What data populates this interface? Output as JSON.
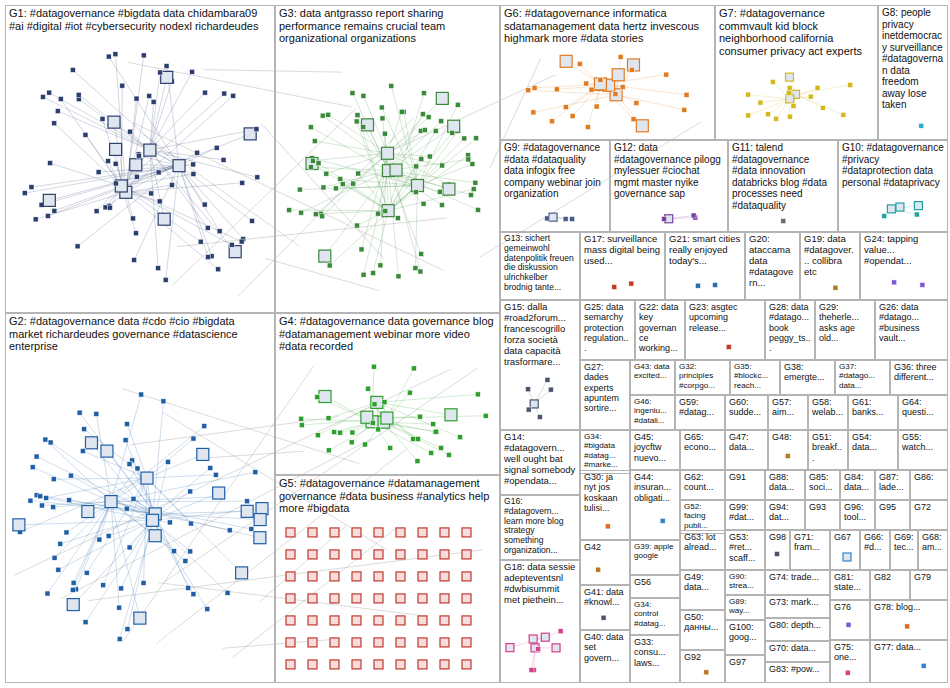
{
  "diagram": {
    "nodes": [
      {
        "text": [
          "G1: #datagovernance #bigdata data chidambara09 #ai #digital #iot #cybersecurity nodexl richardeudes"
        ]
      },
      {
        "text": [
          "G3: data antgrasso report sharing performance remains crucial team organizational organizations"
        ]
      },
      {
        "text": [
          "G6: #datagovernance informatica sdatamanagement data hertz invescous highmark more #data stories"
        ]
      },
      {
        "text": [
          "G7: #datagovernance commvault kid block neighborhood california consumer privacy act experts"
        ]
      },
      {
        "text": [
          "G8: people privacy inetdemocracy surveillance #datagovernan data freedom away lose taken"
        ]
      },
      {
        "text": [
          "G9: #datagovernance #data #dataquality data infogix free company webinar join organization"
        ]
      },
      {
        "text": [
          "G12: data #datagovernance pilogg mylessuer #ciochat mgmt master nyike governance sap"
        ]
      },
      {
        "text": [
          "G11: talend #datagovernance #data innovation databricks blog #data processes need #dataquality"
        ]
      },
      {
        "text": [
          "G10: #datagovernance #privacy #dataprotection data personal #dataprivacy"
        ]
      },
      {
        "text": [
          "G13: sichert gemeinwohl datenpolitik freuen die diskussion ulrichkelber brodnig tante..."
        ]
      },
      {
        "text": [
          "G17: surveillance mass digital being used..."
        ]
      },
      {
        "text": [
          "G21: smart cities really enjoyed today's..."
        ]
      },
      {
        "text": [
          "G20: ataccama data #datagovern..."
        ]
      },
      {
        "text": [
          "G19: data #datagover... collibra etc"
        ]
      },
      {
        "text": [
          "G24: tapping value... #opendat..."
        ]
      },
      {
        "text": [
          "G2: #datagovernance data #cdo #cio #bigdata market richardeudes governance #datascience enterprise"
        ]
      },
      {
        "text": [
          "G4: #datagovernance data governance blog #datamanagement webinar more video #data recorded"
        ]
      },
      {
        "text": [
          "G15: dalla #road2forum... francescogrillo forza società data capacità trasformare..."
        ]
      },
      {
        "text": [
          "G25: data semarchy protection regulation..."
        ]
      },
      {
        "text": [
          "G22: data key governance working..."
        ]
      },
      {
        "text": [
          "G23: asgtec upcoming release..."
        ]
      },
      {
        "text": [
          "G28: data #datago... book peggy_ts..."
        ]
      },
      {
        "text": [
          "G29: theherle... asks age old..."
        ]
      },
      {
        "text": [
          "G26: data #datago... #business vault..."
        ]
      },
      {
        "text": [
          "G27: dades experts apuntem sortire..."
        ]
      },
      {
        "text": [
          "G43: data excited..."
        ]
      },
      {
        "text": [
          "G32: principles #corpgo..."
        ]
      },
      {
        "text": [
          "G35: #blockc... reach..."
        ]
      },
      {
        "text": [
          "G38: emergte..."
        ]
      },
      {
        "text": [
          "G37: #datago... data..."
        ]
      },
      {
        "text": [
          "G36: three different..."
        ]
      },
      {
        "text": [
          "G46: ingeniu... #datali..."
        ]
      },
      {
        "text": [
          "G59: #datag..."
        ]
      },
      {
        "text": [
          "G60: sudde..."
        ]
      },
      {
        "text": [
          "G57: aim..."
        ]
      },
      {
        "text": [
          "G58: welab..."
        ]
      },
      {
        "text": [
          "G61: banks..."
        ]
      },
      {
        "text": [
          "G64: questi..."
        ]
      },
      {
        "text": [
          "G14: #datagovern... well ought bat signal somebody #opendata..."
        ]
      },
      {
        "text": [
          "G34: #bigdata #datag... #marke..."
        ]
      },
      {
        "text": [
          "G45: joycftw nuevo..."
        ]
      },
      {
        "text": [
          "G65: econo..."
        ]
      },
      {
        "text": [
          "G47: data..."
        ]
      },
      {
        "text": [
          "G48:"
        ]
      },
      {
        "text": [
          "G51: breakf..."
        ]
      },
      {
        "text": [
          "G54: data..."
        ]
      },
      {
        "text": [
          "G55: watch..."
        ]
      },
      {
        "text": [
          "G5: #datagovernance #datamanagement governance #data business #analytics help more #bigdata"
        ]
      },
      {
        "text": [
          "G30: ja nyt jos koskaan tulisi..."
        ]
      },
      {
        "text": [
          "G44: insuran... obligati..."
        ]
      },
      {
        "text": [
          "G62: count..."
        ]
      },
      {
        "text": [
          "G91"
        ]
      },
      {
        "text": [
          "G88: data..."
        ]
      },
      {
        "text": [
          "G85: soci..."
        ]
      },
      {
        "text": [
          "G84: data..."
        ]
      },
      {
        "text": [
          "G87: lade..."
        ]
      },
      {
        "text": [
          "G86:"
        ]
      },
      {
        "text": [
          "G16: #datagovern... learn more blog strategy something organization..."
        ]
      },
      {
        "text": [
          "G52: facing publi..."
        ]
      },
      {
        "text": [
          "G99: #dat..."
        ]
      },
      {
        "text": [
          "G94: dat..."
        ]
      },
      {
        "text": [
          "G93"
        ]
      },
      {
        "text": [
          "G96: tool..."
        ]
      },
      {
        "text": [
          "G95"
        ]
      },
      {
        "text": [
          "G72"
        ]
      },
      {
        "text": [
          "G63: lot alread..."
        ]
      },
      {
        "text": [
          "G53: #ret... scaff..."
        ]
      },
      {
        "text": [
          "G98"
        ]
      },
      {
        "text": [
          "G71: fram..."
        ]
      },
      {
        "text": [
          "G67"
        ]
      },
      {
        "text": [
          "G66: #d..."
        ]
      },
      {
        "text": [
          "G69: tec..."
        ]
      },
      {
        "text": [
          "G68: am..."
        ]
      },
      {
        "text": [
          "G42"
        ]
      },
      {
        "text": [
          "G39: apple google"
        ]
      },
      {
        "text": [
          "G18: data sessie adepteventsnl #dwbisummit met piethein..."
        ]
      },
      {
        "text": [
          "G56"
        ]
      },
      {
        "text": [
          "G41: data #knowl..."
        ]
      },
      {
        "text": [
          "G34: control #datag..."
        ]
      },
      {
        "text": [
          "G40: data set govern..."
        ]
      },
      {
        "text": [
          "G33: consu... laws..."
        ]
      },
      {
        "text": [
          "G49: data..."
        ]
      },
      {
        "text": [
          "G50: данны..."
        ]
      },
      {
        "text": [
          "G92"
        ]
      },
      {
        "text": [
          "G90: strea..."
        ]
      },
      {
        "text": [
          "G89: way..."
        ]
      },
      {
        "text": [
          "G100: goog..."
        ]
      },
      {
        "text": [
          "G97"
        ]
      },
      {
        "text": [
          "G74: trade..."
        ]
      },
      {
        "text": [
          "G73: mark..."
        ]
      },
      {
        "text": [
          "G80: depth..."
        ]
      },
      {
        "text": [
          "G70: data..."
        ]
      },
      {
        "text": [
          "G83: #pow..."
        ]
      },
      {
        "text": [
          "G81: state..."
        ]
      },
      {
        "text": [
          "G76"
        ]
      },
      {
        "text": [
          "G75: one..."
        ]
      },
      {
        "text": [
          "G82"
        ]
      },
      {
        "text": [
          "G79"
        ]
      },
      {
        "text": [
          "G78: blog..."
        ]
      },
      {
        "text": [
          "G77: data..."
        ]
      }
    ]
  }
}
